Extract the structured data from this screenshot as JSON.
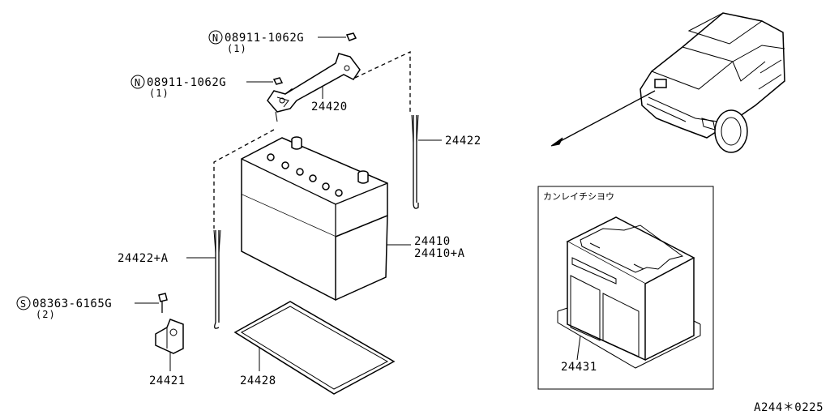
{
  "labels": {
    "nut_top_part": "08911-1062G",
    "nut_top_qty": "(1)",
    "nut_left_part": "08911-1062G",
    "nut_left_qty": "(1)",
    "bracket": "24420",
    "rod_right": "24422",
    "battery": "24410",
    "battery_alt": "24410+A",
    "rod_left": "24422+A",
    "bolt_part": "08363-6165G",
    "bolt_qty": "(2)",
    "clamp": "24421",
    "tray": "24428",
    "cover": "24431",
    "inset_title": "カンレイチシヨウ",
    "diagram_code": "A244＊0225"
  },
  "markers": {
    "nut": "N",
    "bolt": "S"
  }
}
